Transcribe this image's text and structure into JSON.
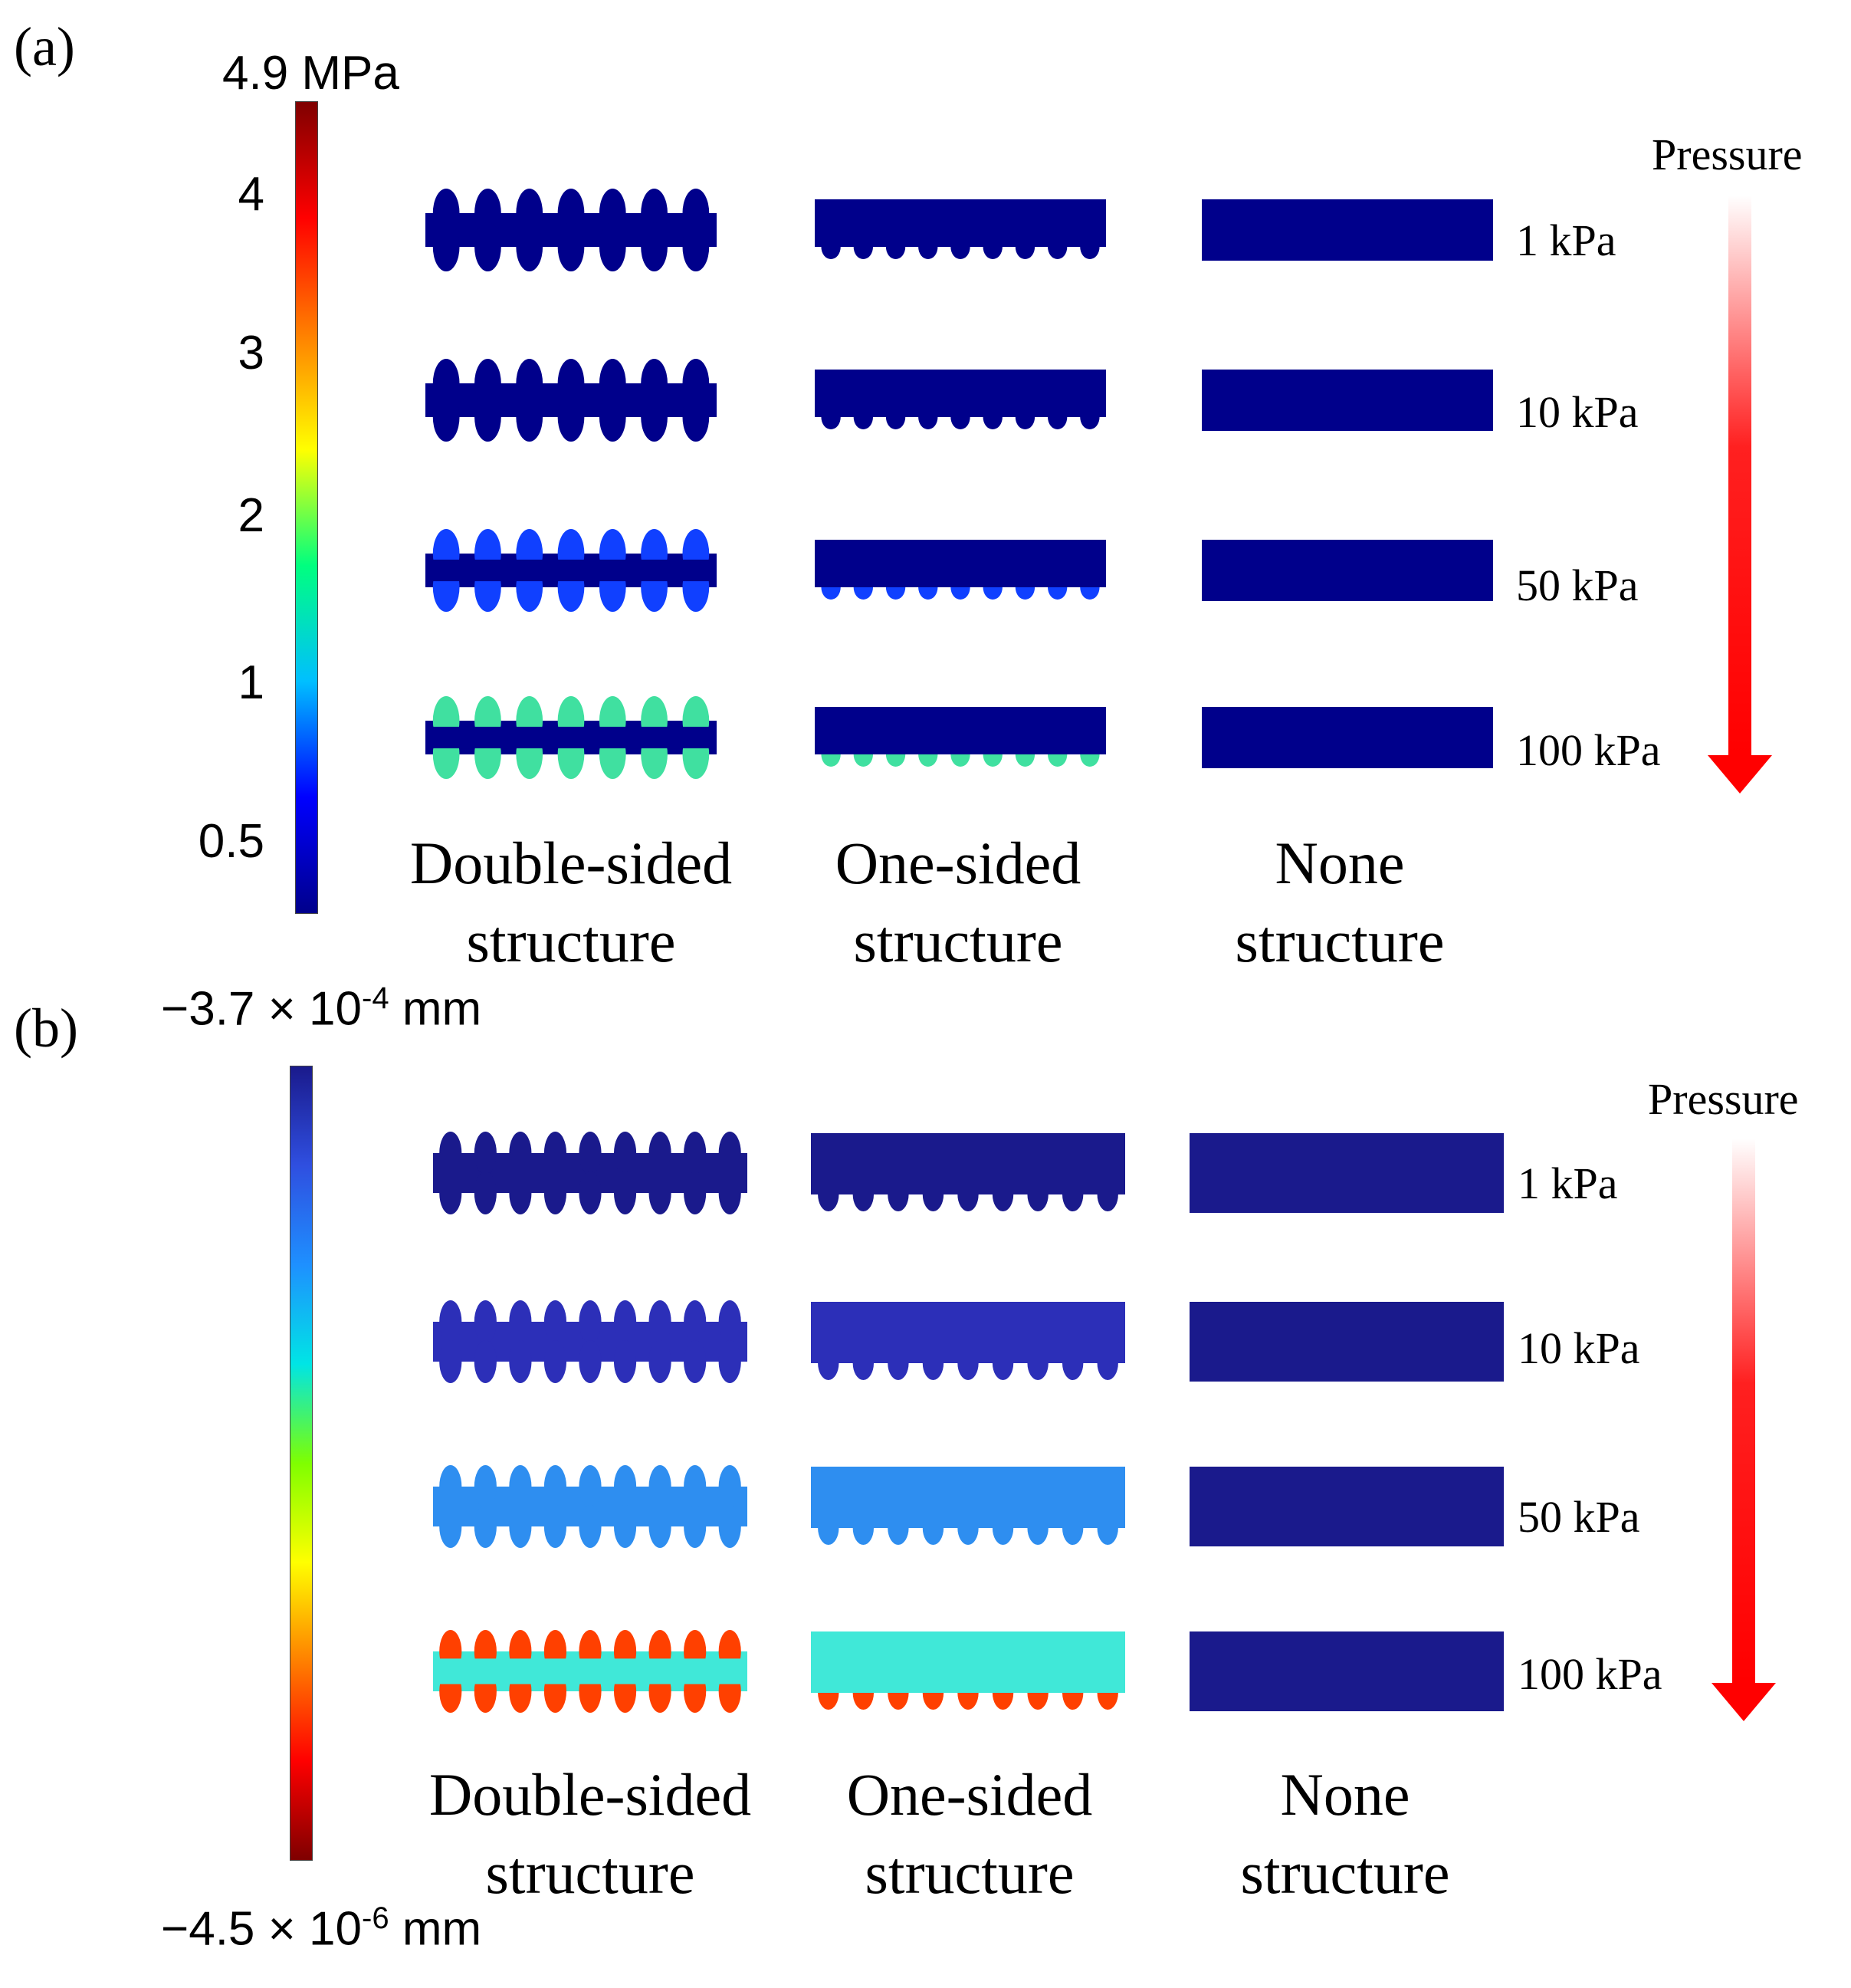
{
  "panels": [
    {
      "id": "a",
      "label": "(a)",
      "colorbar": {
        "top_label": "4.9 MPa",
        "bottom_label": "",
        "ticks": [
          "4",
          "3",
          "2",
          "1",
          "0.5"
        ],
        "gradient": [
          "#7f0000",
          "#ff0000",
          "#ff7f00",
          "#ffff00",
          "#00ff7f",
          "#00bfff",
          "#0000ff",
          "#00008b"
        ]
      },
      "columns": [
        "Double-sided structure",
        "One-sided structure",
        "None structure"
      ],
      "column_labels": [
        [
          "Double-sided",
          "structure"
        ],
        [
          "One-sided",
          "structure"
        ],
        [
          "None",
          "structure"
        ]
      ],
      "pressure_title": "Pressure",
      "pressures": [
        "1 kPa",
        "10 kPa",
        "50 kPa",
        "100 kPa"
      ],
      "sample_fill": "#00008b",
      "tip_colors": {
        "low": "#1040ff",
        "high": "#40e0a0"
      }
    },
    {
      "id": "b",
      "label": "(b)",
      "colorbar": {
        "top_label": "−3.7 × 10",
        "top_exp": "-4",
        "top_unit": " mm",
        "bottom_label": "−4.5 × 10",
        "bottom_exp": "-6",
        "bottom_unit": " mm",
        "gradient": [
          "#1a1a8c",
          "#2f4fe0",
          "#1e90ff",
          "#00e5e5",
          "#7fff00",
          "#ffff00",
          "#ff7f00",
          "#ff0000",
          "#7f0000"
        ]
      },
      "columns": [
        "Double-sided structure",
        "One-sided structure",
        "None structure"
      ],
      "column_labels": [
        [
          "Double-sided",
          "structure"
        ],
        [
          "One-sided",
          "structure"
        ],
        [
          "None",
          "structure"
        ]
      ],
      "pressure_title": "Pressure",
      "pressures": [
        "1 kPa",
        "10 kPa",
        "50 kPa",
        "100 kPa"
      ],
      "row_fills": [
        "#1a1a8c",
        "#2c2fb8",
        "#2e8ef0",
        "#40e8d8"
      ],
      "none_fill": "#1a1a8c"
    }
  ],
  "arrow_colors": {
    "top": "#ffffff",
    "bottom": "#ff0000"
  }
}
